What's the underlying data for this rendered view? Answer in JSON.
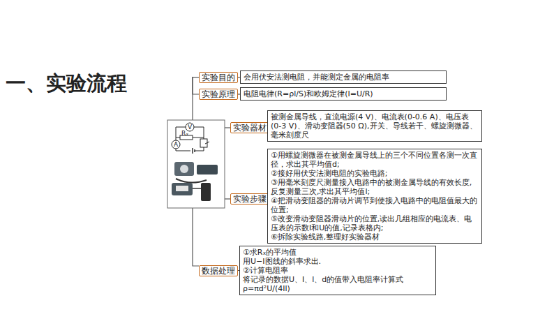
{
  "diagram": {
    "title": "一、实验流程",
    "nodes": [
      {
        "text": [
          "实验目的"
        ]
      },
      {
        "text": [
          "会用伏安法测电阻，并能测定金属的电阻率"
        ]
      },
      {
        "text": [
          "实验原理"
        ]
      },
      {
        "text": [
          "电阻电律(R=ρl/S)和欧姆定律(I=U/R)"
        ]
      },
      {
        "text": [
          "实验器材"
        ]
      },
      {
        "text": [
          "被测金属导线，直流电源(4 V)、电流表(0-0.6 A)、电压表(0-3 V)、滑动变阻器(50 Ω),开关、导线若干、螺旋测微器、毫米刻度尺"
        ]
      },
      {
        "text": [
          "实验步骤"
        ]
      },
      {
        "text": [
          "①用螺旋测微器在被测金属导线上的三个不同位置各测一次直径，求出其平均值d;",
          "②接好用伏安法测电阻的实验电路;",
          "③用毫米刻度尺测量接入电路中的被测金属导线的有效长度,反复测量三次,求出其平均值l;",
          "④把滑动变阻器的滑动片调节到使接入电路中的电阻值最大的位置;",
          "⑤改变滑动变阻器滑动片的位置,读出几组相应的电流表、电压表的示数I和U的值,记录表格内;",
          "⑥拆除实验线路,整理好实验器材"
        ]
      },
      {
        "text": [
          "数据处理"
        ]
      },
      {
        "text": [
          "①求Rₓ的平均值",
          "用U−I图线的斜率求出.",
          "②计算电阻率",
          "将记录的数据U、I、l、d的值带入电阻率计算式 ρ=πd²U/(4Il)"
        ]
      }
    ],
    "edges": [
      {
        "from": 0,
        "to": 1,
        "arrow": "none"
      },
      {
        "from": 2,
        "to": 3,
        "arrow": "none"
      },
      {
        "from": 4,
        "to": 5,
        "arrow": "none"
      },
      {
        "from": 6,
        "to": 7,
        "arrow": "none"
      },
      {
        "from": 8,
        "to": 9,
        "arrow": "none"
      }
    ],
    "labels": [
      "V",
      "Rₓ",
      "A"
    ]
  }
}
